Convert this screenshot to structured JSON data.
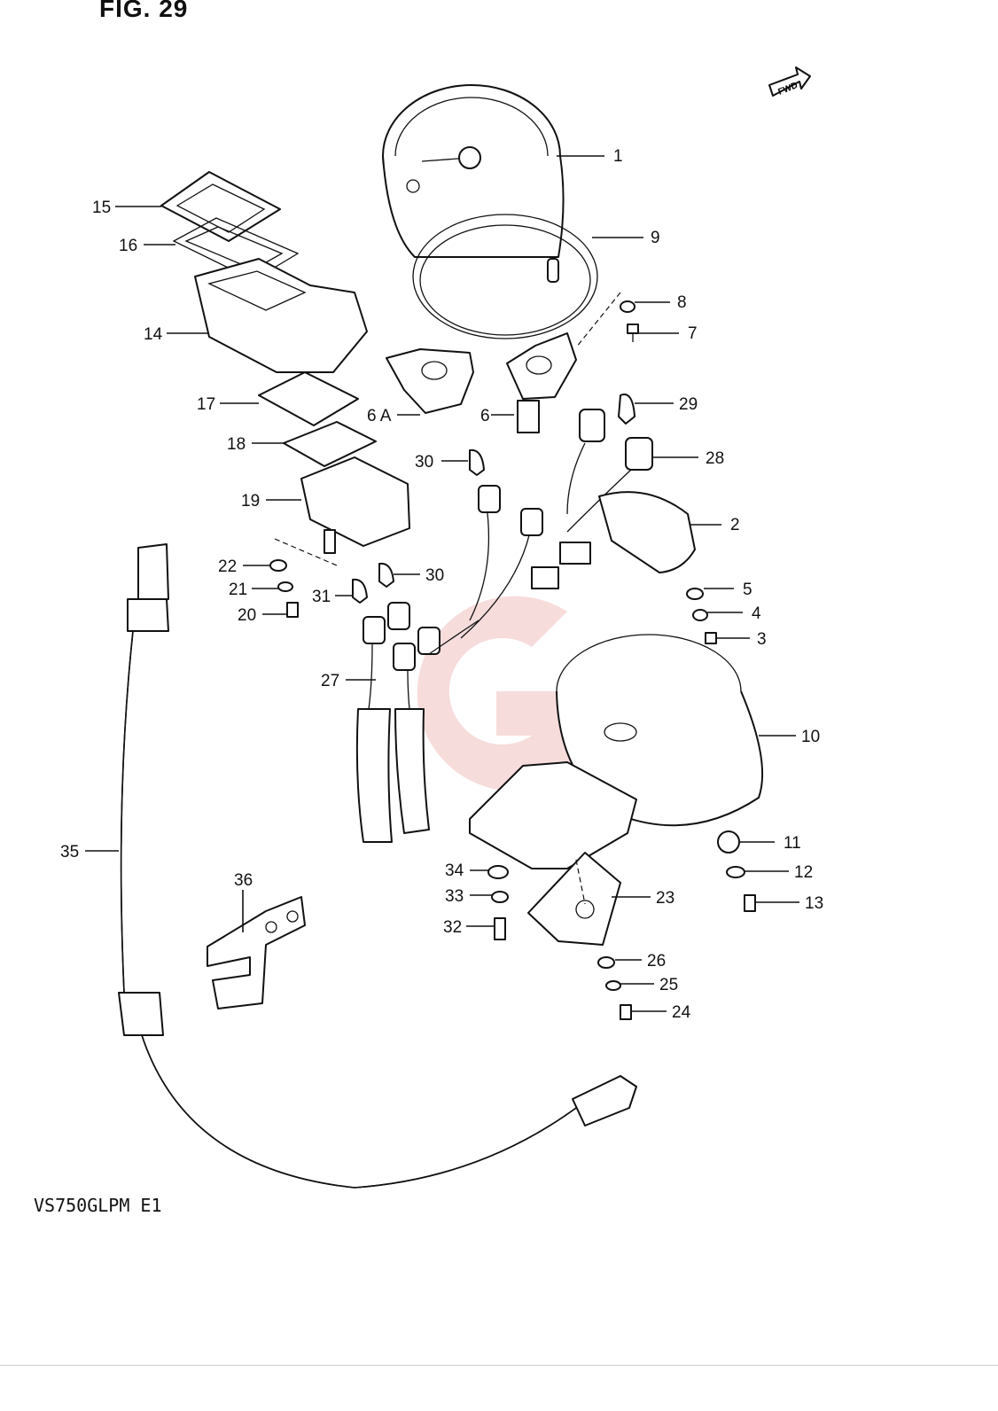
{
  "figure": {
    "title": "FIG. 29",
    "fwd_label": "FWD",
    "model": "VS750GLPM E1"
  },
  "callouts": [
    {
      "id": "1",
      "label": "1"
    },
    {
      "id": "9",
      "label": "9"
    },
    {
      "id": "8",
      "label": "8"
    },
    {
      "id": "7",
      "label": "7"
    },
    {
      "id": "15",
      "label": "15"
    },
    {
      "id": "16",
      "label": "16"
    },
    {
      "id": "14",
      "label": "14"
    },
    {
      "id": "17",
      "label": "17"
    },
    {
      "id": "6a",
      "label": "6 A"
    },
    {
      "id": "6",
      "label": "6"
    },
    {
      "id": "29",
      "label": "29"
    },
    {
      "id": "18",
      "label": "18"
    },
    {
      "id": "30a",
      "label": "30"
    },
    {
      "id": "28",
      "label": "28"
    },
    {
      "id": "19",
      "label": "19"
    },
    {
      "id": "2",
      "label": "2"
    },
    {
      "id": "22",
      "label": "22"
    },
    {
      "id": "30b",
      "label": "30"
    },
    {
      "id": "21",
      "label": "21"
    },
    {
      "id": "31",
      "label": "31"
    },
    {
      "id": "5",
      "label": "5"
    },
    {
      "id": "20",
      "label": "20"
    },
    {
      "id": "4",
      "label": "4"
    },
    {
      "id": "3",
      "label": "3"
    },
    {
      "id": "27",
      "label": "27"
    },
    {
      "id": "10",
      "label": "10"
    },
    {
      "id": "11",
      "label": "11"
    },
    {
      "id": "35",
      "label": "35"
    },
    {
      "id": "34",
      "label": "34"
    },
    {
      "id": "12",
      "label": "12"
    },
    {
      "id": "36",
      "label": "36"
    },
    {
      "id": "23",
      "label": "23"
    },
    {
      "id": "33",
      "label": "33"
    },
    {
      "id": "13",
      "label": "13"
    },
    {
      "id": "32",
      "label": "32"
    },
    {
      "id": "26",
      "label": "26"
    },
    {
      "id": "25",
      "label": "25"
    },
    {
      "id": "24",
      "label": "24"
    }
  ]
}
